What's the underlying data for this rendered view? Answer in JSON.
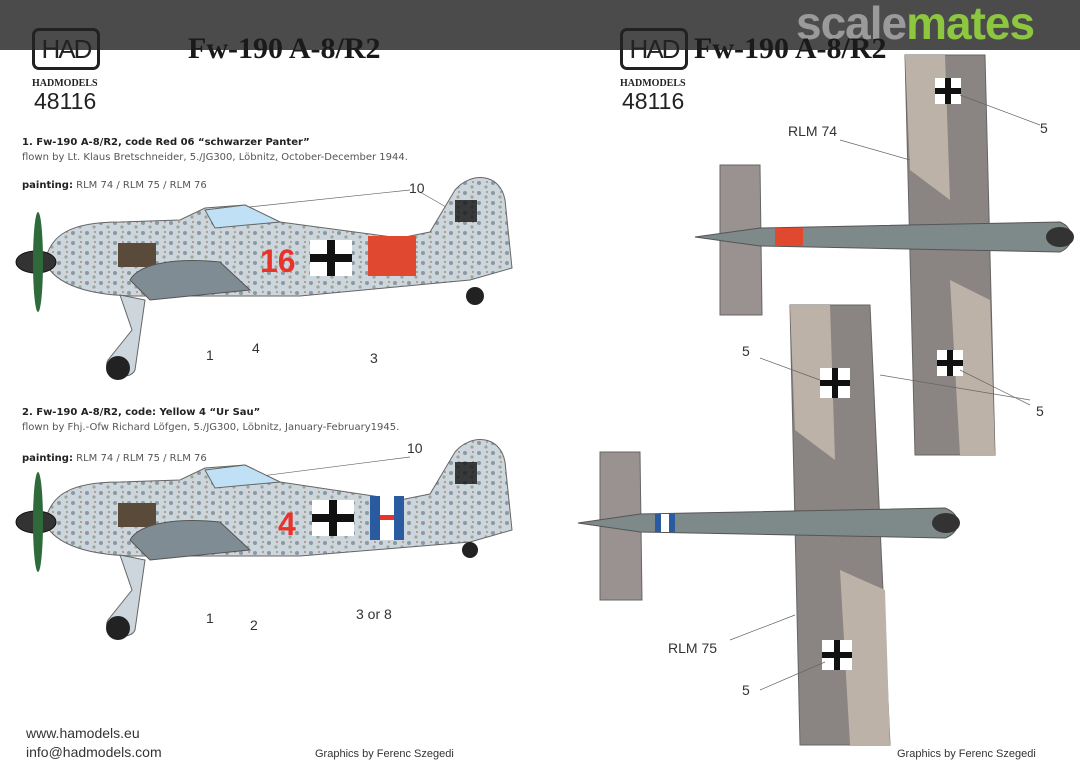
{
  "header": {
    "logo_text": "HAD",
    "brand": "HADMODELS",
    "catalog_number": "48116",
    "title": "Fw-190 A-8/R2",
    "watermark": {
      "part1": "scale",
      "part2": "mates",
      "color1": "#9a9a9a",
      "color2": "#8dc63f"
    }
  },
  "schemes": [
    {
      "heading": "1. Fw-190 A-8/R2, code Red 06 “schwarzer Panter”",
      "flown_by": "flown by Lt. Klaus Bretschneider, 5./JG300, Löbnitz, October-December 1944.",
      "painting_label": "painting:",
      "painting": "RLM 74 / RLM 75 / RLM 76",
      "code": "16",
      "code_color": "#e8322a",
      "callouts": [
        "10",
        "1",
        "4",
        "3"
      ]
    },
    {
      "heading": "2. Fw-190 A-8/R2, code: Yellow 4 “Ur Sau”",
      "flown_by": "flown by Fhj.-Ofw Richard Löfgen, 5./JG300, Löbnitz, January-February1945.",
      "painting_label": "painting:",
      "painting": "RLM 74 / RLM 75 / RLM 76",
      "code": "4",
      "code_color": "#e8322a",
      "callouts": [
        "10",
        "1",
        "2",
        "3 or 8"
      ]
    }
  ],
  "top_views": {
    "callouts": [
      "RLM 74",
      "5",
      "5",
      "5",
      "RLM 75",
      "5"
    ]
  },
  "footer": {
    "website": "www.hamodels.eu",
    "email": "info@hadmodels.com",
    "credit_left": "Graphics by Ferenc Szegedi",
    "credit_right": "Graphics by Ferenc Szegedi"
  }
}
